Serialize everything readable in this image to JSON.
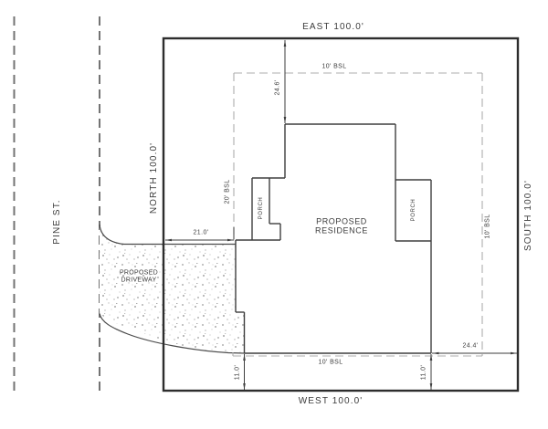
{
  "drawing": {
    "street": {
      "name": "PINE ST."
    },
    "boundaries": {
      "east": "EAST 100.0'",
      "west": "WEST 100.0'",
      "north": "NORTH 100.0'",
      "south": "SOUTH 100.0'"
    },
    "setbacks": {
      "top": "10' BSL",
      "left": "20' BSL",
      "right": "10' BSL",
      "bottom": "10' BSL"
    },
    "residence": {
      "line1": "PROPOSED",
      "line2": "RESIDENCE"
    },
    "driveway": {
      "line1": "PROPOSED",
      "line2": "DRIVEWAY"
    },
    "porch_left": "PORCH",
    "porch_right": "PORCH",
    "dimensions": {
      "east_line_to_house": "24.6'",
      "driveway_width": "21.0'",
      "house_to_south_line": "24.4'",
      "house_to_west_line_left": "11.0'",
      "house_to_west_line_right": "11.0'"
    }
  },
  "colors": {
    "background": "#ffffff",
    "text": "#3b3b3b",
    "property_line": "#2d2d2d",
    "house_line": "#3e3e3e",
    "setback_dash": "#acacac",
    "street_dash": "#737373",
    "stipple": "#a8a8a8"
  }
}
